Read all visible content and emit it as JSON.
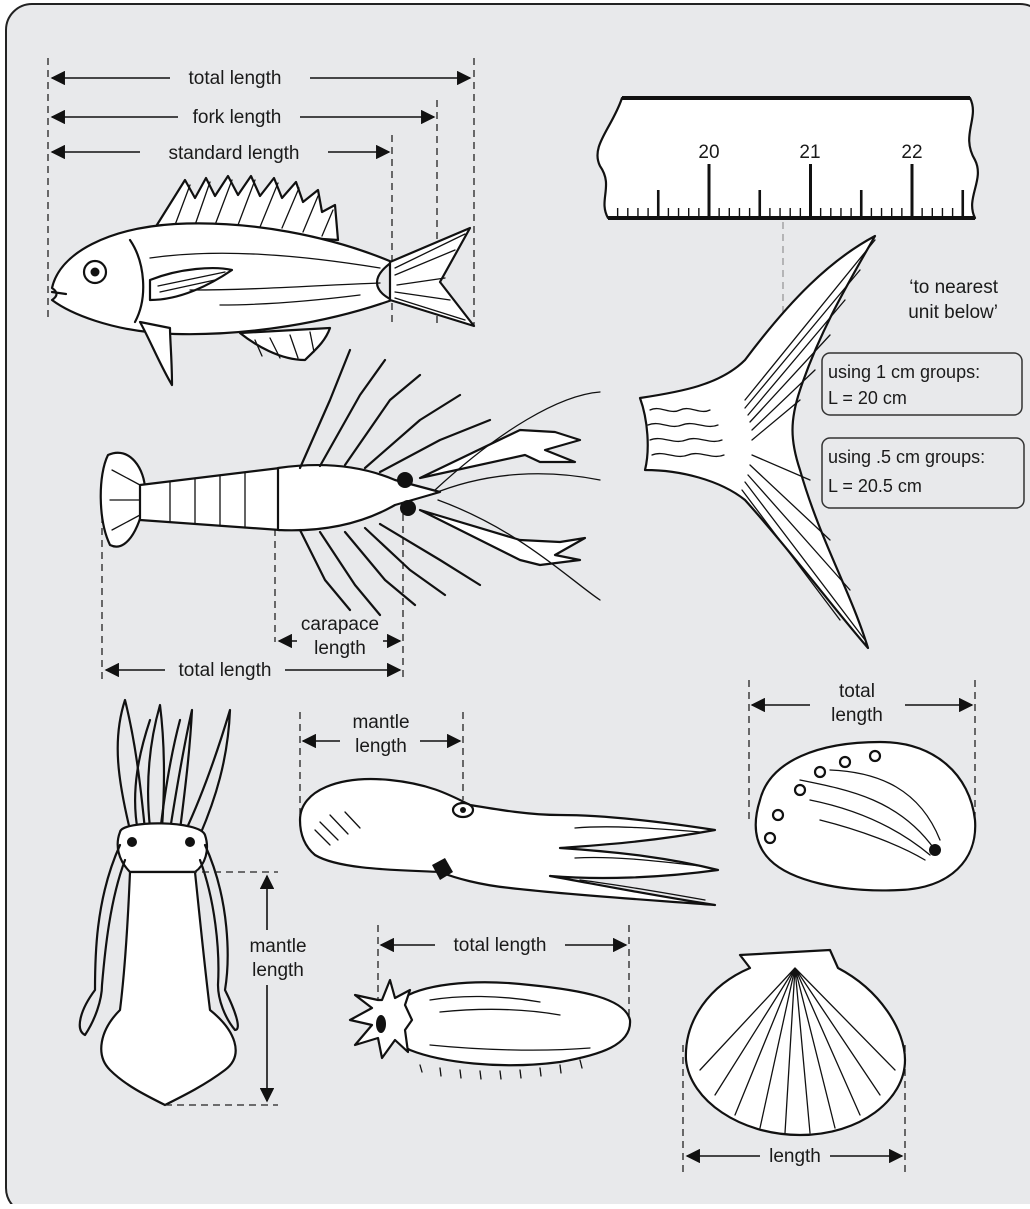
{
  "fish": {
    "total_length": "total length",
    "fork_length": "fork length",
    "standard_length": "standard length"
  },
  "ruler": {
    "tick_labels": [
      "20",
      "21",
      "22"
    ],
    "note": [
      "‘to nearest",
      "unit below’"
    ],
    "box1": [
      "using 1 cm groups:",
      "L = 20 cm"
    ],
    "box2": [
      "using .5 cm groups:",
      "L = 20.5 cm"
    ]
  },
  "lobster": {
    "carapace_length": [
      "carapace",
      "length"
    ],
    "total_length": "total length"
  },
  "squid": {
    "mantle_length": [
      "mantle",
      "length"
    ]
  },
  "octopus": {
    "mantle_length": [
      "mantle",
      "length"
    ]
  },
  "abalone": {
    "total_length": [
      "total",
      "length"
    ]
  },
  "sea_cucumber": {
    "total_length": "total length"
  },
  "scallop": {
    "length": "length"
  },
  "colors": {
    "panel_background": "#e8e9eb",
    "panel_border": "#222222",
    "ink": "#111111"
  }
}
